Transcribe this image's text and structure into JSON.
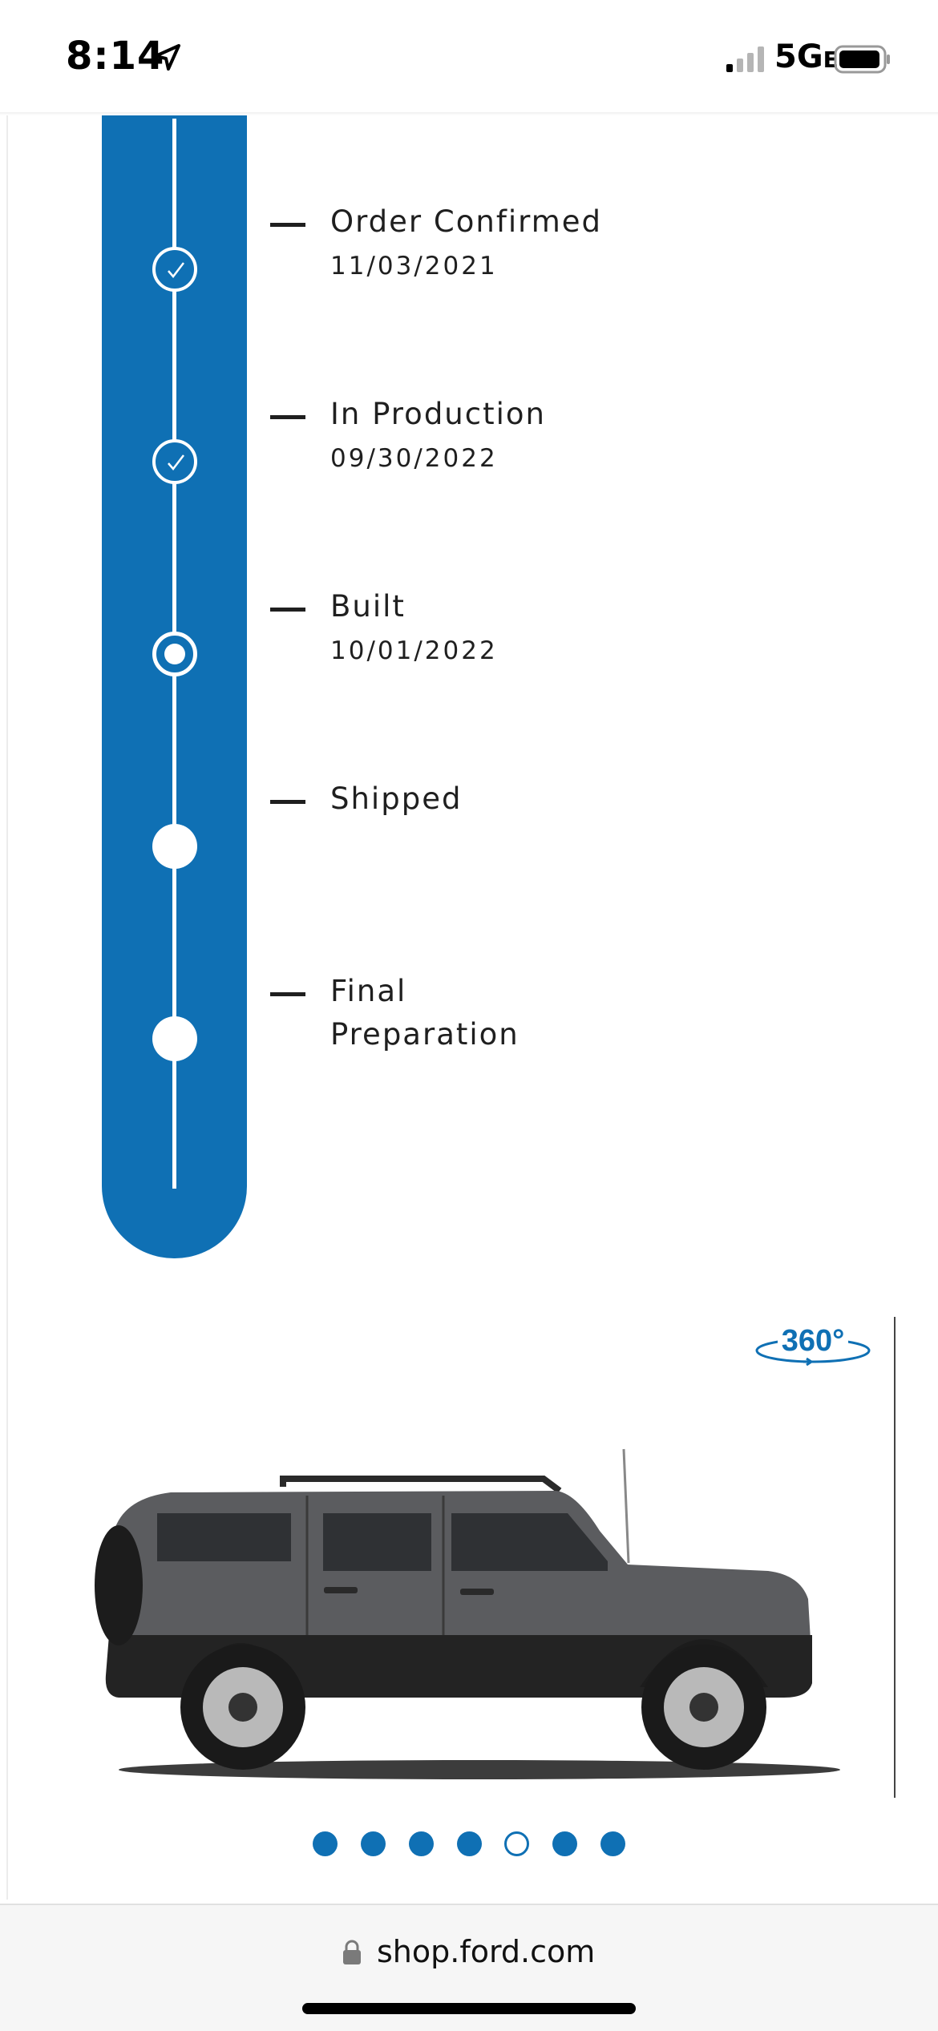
{
  "status_bar": {
    "time": "8:14",
    "network": "5G",
    "network_suffix": "E",
    "location_icon": "location-arrow-icon",
    "signal_icon": "cellular-signal-icon",
    "battery_icon": "battery-icon"
  },
  "timeline": {
    "accent_color": "#0f70b4",
    "steps": [
      {
        "label": "Order Confirmed",
        "date": "11/03/2021",
        "status": "done"
      },
      {
        "label": "In Production",
        "date": "09/30/2022",
        "status": "done"
      },
      {
        "label": "Built",
        "date": "10/01/2022",
        "status": "current"
      },
      {
        "label": "Shipped",
        "date": "",
        "status": "pending"
      },
      {
        "label": "Final Preparation",
        "date": "",
        "status": "pending"
      }
    ]
  },
  "viewer": {
    "badge": "360°",
    "badge_icon": "rotate-360-icon",
    "vehicle_icon": "vehicle-side-view-image",
    "carousel": {
      "count": 7,
      "active_index": 4
    }
  },
  "browser": {
    "url": "shop.ford.com",
    "lock_icon": "lock-icon"
  }
}
